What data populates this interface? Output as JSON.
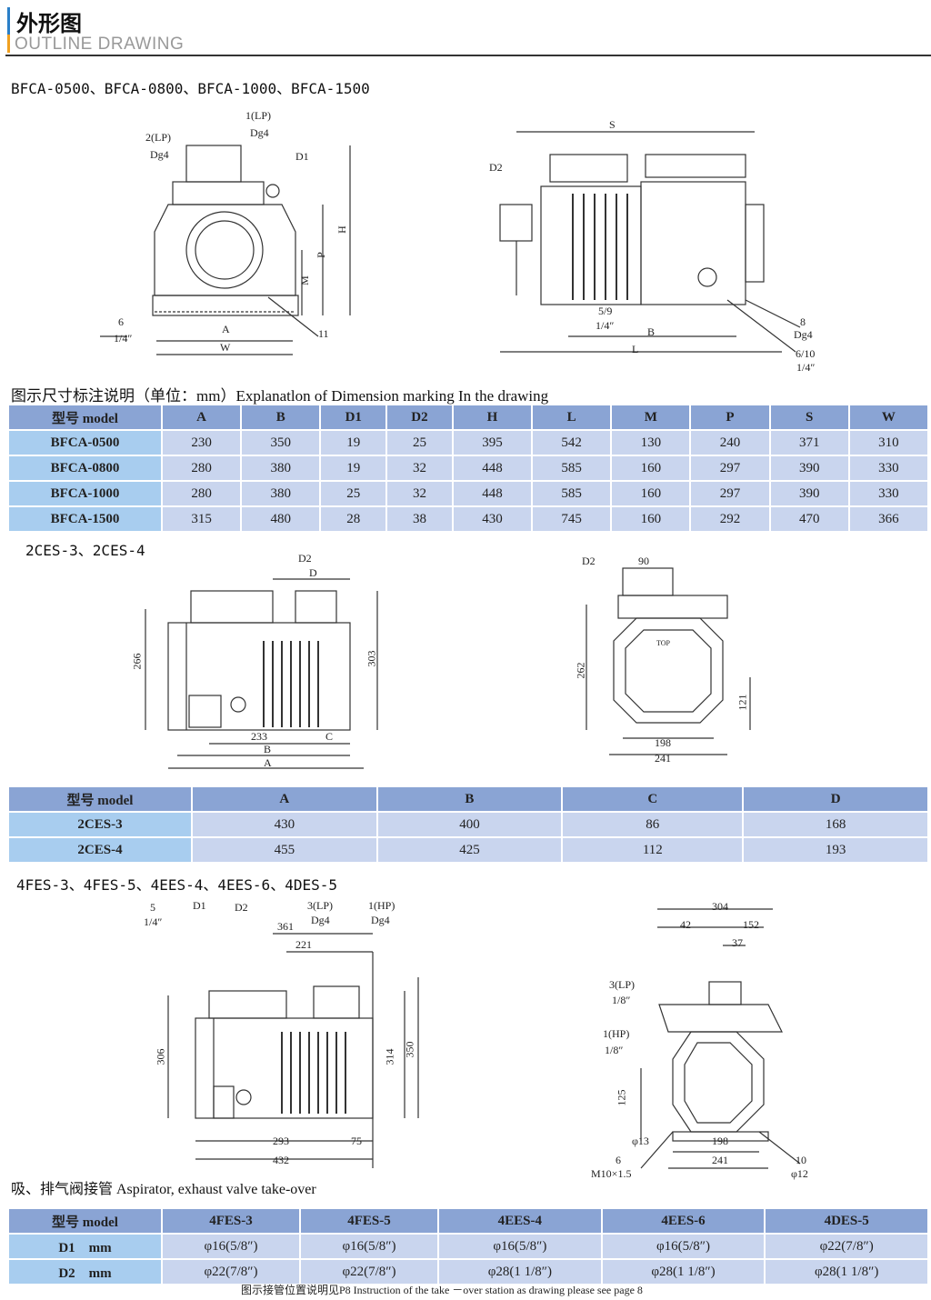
{
  "header": {
    "title_cn": "外形图",
    "title_en": "OUTLINE DRAWING"
  },
  "section1": {
    "title": "BFCA-0500、BFCA-0800、BFCA-1000、BFCA-1500",
    "drawing_front": [
      "1(LP)",
      "Dg4",
      "2(LP)",
      "Dg4",
      "D1",
      "H",
      "P",
      "M",
      "A",
      "W",
      "6",
      "1/4″",
      "11"
    ],
    "drawing_side": [
      "S",
      "D2",
      "5/9",
      "1/4″",
      "B",
      "L",
      "8",
      "Dg4",
      "6/10",
      "1/4″"
    ],
    "caption": "图示尺寸标注说明（单位：mm）Explanatlon of Dimension marking In the drawing",
    "table": {
      "headers": [
        "型号 model",
        "A",
        "B",
        "D1",
        "D2",
        "H",
        "L",
        "M",
        "P",
        "S",
        "W"
      ],
      "rows": [
        [
          "BFCA-0500",
          "230",
          "350",
          "19",
          "25",
          "395",
          "542",
          "130",
          "240",
          "371",
          "310"
        ],
        [
          "BFCA-0800",
          "280",
          "380",
          "19",
          "32",
          "448",
          "585",
          "160",
          "297",
          "390",
          "330"
        ],
        [
          "BFCA-1000",
          "280",
          "380",
          "25",
          "32",
          "448",
          "585",
          "160",
          "297",
          "390",
          "330"
        ],
        [
          "BFCA-1500",
          "315",
          "480",
          "28",
          "38",
          "430",
          "745",
          "160",
          "292",
          "470",
          "366"
        ]
      ]
    }
  },
  "section2": {
    "title": "2CES-3、2CES-4",
    "drawing_side": [
      "D2",
      "D",
      "266",
      "303",
      "233",
      "C",
      "B",
      "A"
    ],
    "drawing_front": [
      "D2",
      "90",
      "TOP",
      "262",
      "121",
      "198",
      "241"
    ],
    "table": {
      "headers": [
        "型号 model",
        "A",
        "B",
        "C",
        "D"
      ],
      "rows": [
        [
          "2CES-3",
          "430",
          "400",
          "86",
          "168"
        ],
        [
          "2CES-4",
          "455",
          "425",
          "112",
          "193"
        ]
      ]
    }
  },
  "section3": {
    "title": "4FES-3、4FES-5、4EES-4、4EES-6、4DES-5",
    "drawing_side": [
      "5",
      "1/4″",
      "D1",
      "D2",
      "3(LP)",
      "Dg4",
      "1(HP)",
      "Dg4",
      "361",
      "221",
      "306",
      "314",
      "350",
      "293",
      "75",
      "432"
    ],
    "drawing_front": [
      "304",
      "42",
      "152",
      "37",
      "3(LP)",
      "1/8″",
      "1(HP)",
      "1/8″",
      "125",
      "φ13",
      "198",
      "241",
      "6",
      "M10×1.5",
      "10",
      "φ12"
    ],
    "caption": "吸、排气阀接管 Aspirator, exhaust valve take-over",
    "table": {
      "headers": [
        "型号 model",
        "4FES-3",
        "4FES-5",
        "4EES-4",
        "4EES-6",
        "4DES-5"
      ],
      "rows": [
        [
          "D1　mm",
          "φ16(5/8″)",
          "φ16(5/8″)",
          "φ16(5/8″)",
          "φ16(5/8″)",
          "φ22(7/8″)"
        ],
        [
          "D2　mm",
          "φ22(7/8″)",
          "φ22(7/8″)",
          "φ28(1 1/8″)",
          "φ28(1 1/8″)",
          "φ28(1 1/8″)"
        ]
      ]
    },
    "footnote": "图示接管位置说明见P8  Instruction of the take －over station as drawing please see page 8"
  }
}
